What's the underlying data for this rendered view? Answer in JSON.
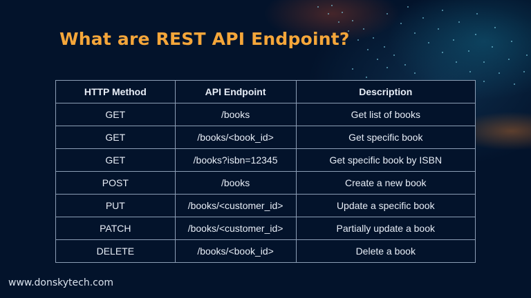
{
  "slide": {
    "title": "What are REST API Endpoint?",
    "footer": "www.donskytech.com",
    "colors": {
      "background": "#03132b",
      "title": "#f5a63a",
      "text": "#e8eef7",
      "border": "#8d9fb6"
    }
  },
  "table": {
    "headers": [
      "HTTP Method",
      "API Endpoint",
      "Description"
    ],
    "rows": [
      [
        "GET",
        "/books",
        "Get list of books"
      ],
      [
        "GET",
        "/books/<book_id>",
        "Get specific book"
      ],
      [
        "GET",
        "/books?isbn=12345",
        "Get specific book by ISBN"
      ],
      [
        "POST",
        "/books",
        "Create a new book"
      ],
      [
        "PUT",
        "/books/<customer_id>",
        "Update a specific book"
      ],
      [
        "PATCH",
        "/books/<customer_id>",
        "Partially update a book"
      ],
      [
        "DELETE",
        "/books/<book_id>",
        "Delete a book"
      ]
    ]
  }
}
